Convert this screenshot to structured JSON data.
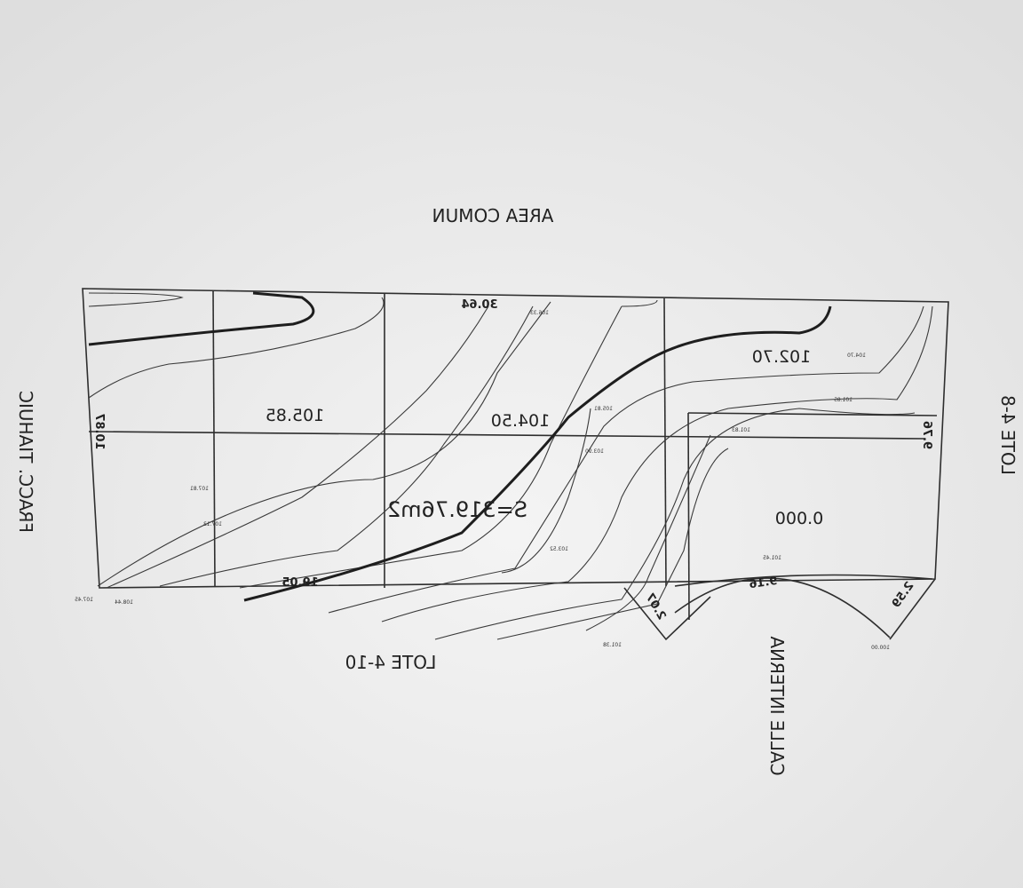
{
  "plan": {
    "labels": {
      "north": "AREA COMUN",
      "west": "FRACC. TIAHUIC",
      "east": "LOTE 4-8",
      "south": "LOTE 4-10",
      "street": "CALLE INTERNA"
    },
    "area": "S=319.76m2",
    "contours": [
      "105.85",
      "104.50",
      "102.70",
      "0.000"
    ],
    "dimensions": {
      "top": "30.64",
      "bottom": "19.05",
      "curve": "9.16",
      "chamfer_right": "2.59",
      "chamfer_left": "2.07",
      "left_side": "10.87",
      "right_side": "9.76"
    },
    "spot_elevations": [
      "104.70",
      "101.85",
      "101.83",
      "101.45",
      "101.38",
      "100.00",
      "103.90",
      "103.52",
      "105.81",
      "106.33",
      "107.13",
      "107.81",
      "107.45",
      "108.44"
    ],
    "colors": {
      "paper": "#ececec",
      "ink": "#2e2e2e"
    },
    "mirrored": true
  }
}
